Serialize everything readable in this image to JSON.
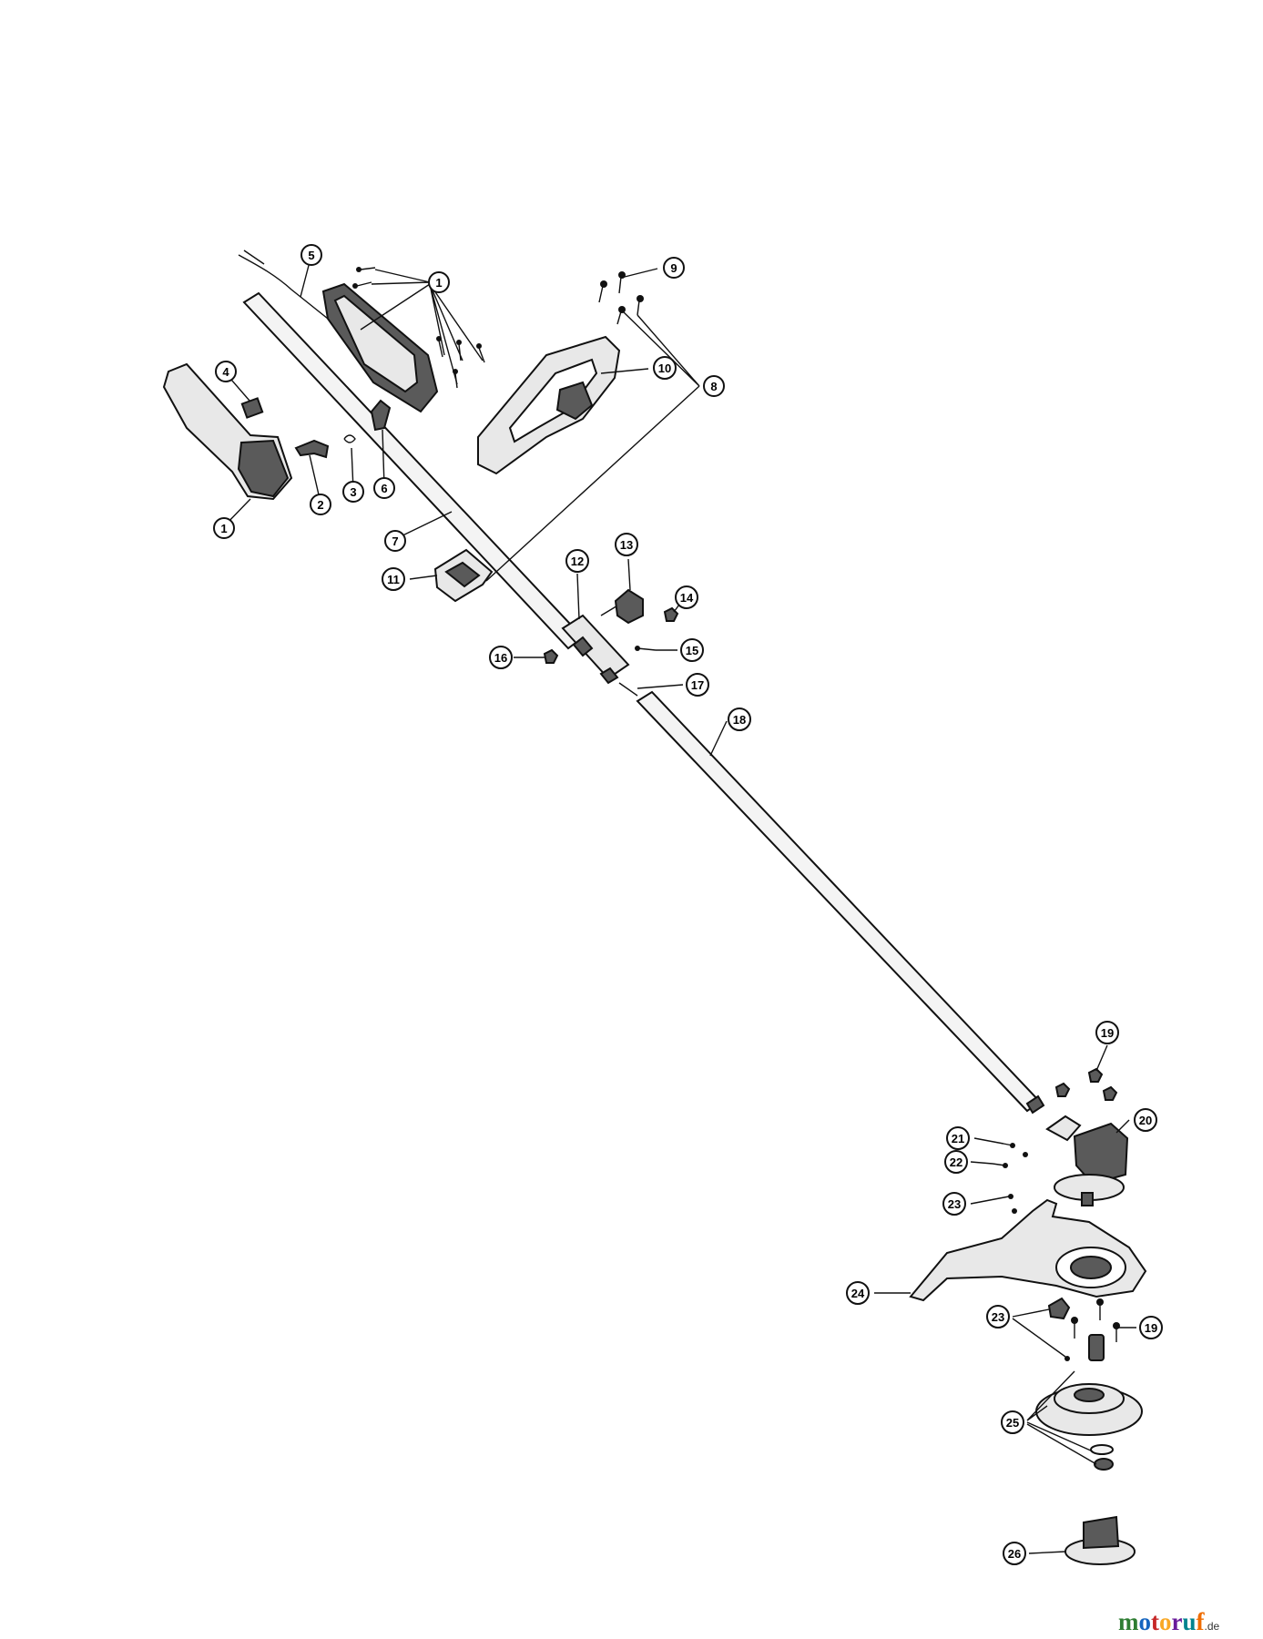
{
  "callouts": [
    {
      "id": "c1a",
      "label": "1"
    },
    {
      "id": "c1b",
      "label": "1"
    },
    {
      "id": "c2",
      "label": "2"
    },
    {
      "id": "c3",
      "label": "3"
    },
    {
      "id": "c4",
      "label": "4"
    },
    {
      "id": "c5",
      "label": "5"
    },
    {
      "id": "c6",
      "label": "6"
    },
    {
      "id": "c7",
      "label": "7"
    },
    {
      "id": "c8",
      "label": "8"
    },
    {
      "id": "c9",
      "label": "9"
    },
    {
      "id": "c10",
      "label": "10"
    },
    {
      "id": "c11",
      "label": "11"
    },
    {
      "id": "c12",
      "label": "12"
    },
    {
      "id": "c13",
      "label": "13"
    },
    {
      "id": "c14",
      "label": "14"
    },
    {
      "id": "c15",
      "label": "15"
    },
    {
      "id": "c16",
      "label": "16"
    },
    {
      "id": "c17",
      "label": "17"
    },
    {
      "id": "c18",
      "label": "18"
    },
    {
      "id": "c19a",
      "label": "19"
    },
    {
      "id": "c19b",
      "label": "19"
    },
    {
      "id": "c20",
      "label": "20"
    },
    {
      "id": "c21",
      "label": "21"
    },
    {
      "id": "c22",
      "label": "22"
    },
    {
      "id": "c23a",
      "label": "23"
    },
    {
      "id": "c23b",
      "label": "23"
    },
    {
      "id": "c24",
      "label": "24"
    },
    {
      "id": "c25",
      "label": "25"
    },
    {
      "id": "c26",
      "label": "26"
    }
  ],
  "watermark": {
    "brand_letters": [
      "m",
      "o",
      "t",
      "o",
      "r",
      "u",
      "f"
    ],
    "brand_colors": [
      "#2e7d32",
      "#1565c0",
      "#c62828",
      "#f9a825",
      "#6a1b9a",
      "#00838f",
      "#ef6c00"
    ],
    "tld": ".de"
  }
}
